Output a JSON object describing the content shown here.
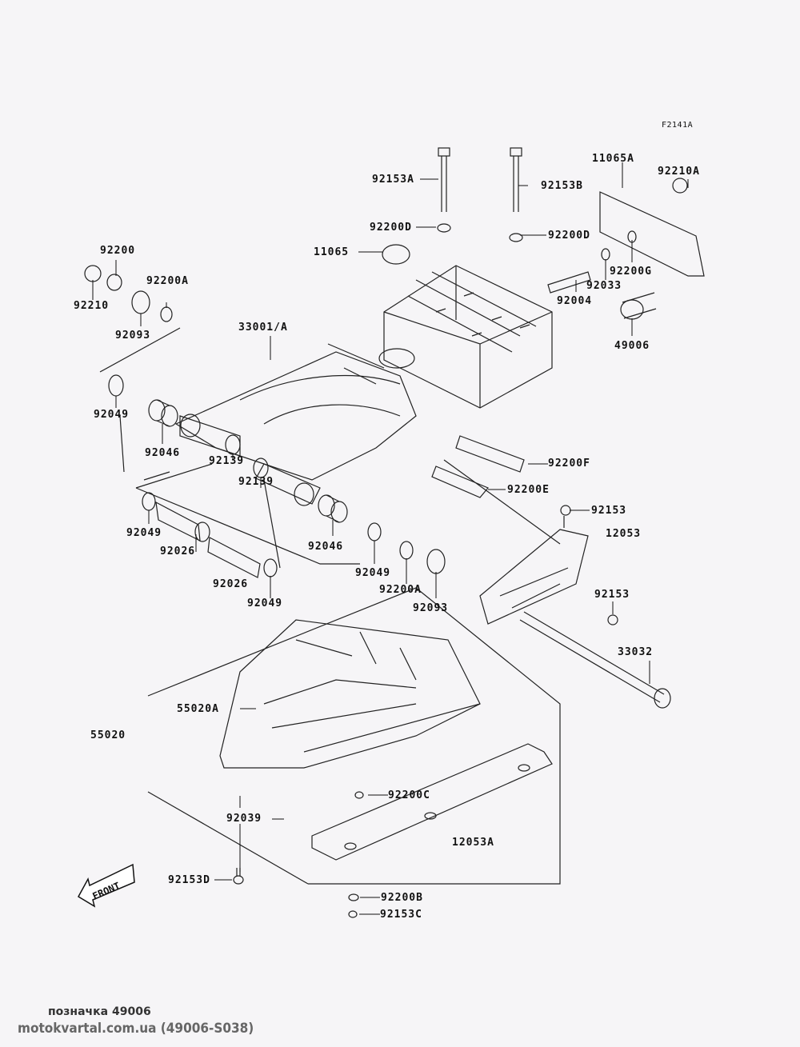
{
  "figure_code": "F2141A",
  "parts": [
    {
      "id": "p-92153A",
      "label": "92153A"
    },
    {
      "id": "p-92153B",
      "label": "92153B"
    },
    {
      "id": "p-11065A",
      "label": "11065A"
    },
    {
      "id": "p-92210A",
      "label": "92210A"
    },
    {
      "id": "p-92200D-1",
      "label": "92200D"
    },
    {
      "id": "p-92200D-2",
      "label": "92200D"
    },
    {
      "id": "p-11065",
      "label": "11065"
    },
    {
      "id": "p-92200G",
      "label": "92200G"
    },
    {
      "id": "p-92033",
      "label": "92033"
    },
    {
      "id": "p-92004",
      "label": "92004"
    },
    {
      "id": "p-49006",
      "label": "49006"
    },
    {
      "id": "p-92200",
      "label": "92200"
    },
    {
      "id": "p-92200A-1",
      "label": "92200A"
    },
    {
      "id": "p-92210",
      "label": "92210"
    },
    {
      "id": "p-92093-1",
      "label": "92093"
    },
    {
      "id": "p-33001A",
      "label": "33001/A"
    },
    {
      "id": "p-92049-1",
      "label": "92049"
    },
    {
      "id": "p-92046-1",
      "label": "92046"
    },
    {
      "id": "p-92139-1",
      "label": "92139"
    },
    {
      "id": "p-92139-2",
      "label": "92139"
    },
    {
      "id": "p-92200F",
      "label": "92200F"
    },
    {
      "id": "p-92200E",
      "label": "92200E"
    },
    {
      "id": "p-92153-1",
      "label": "92153"
    },
    {
      "id": "p-12053",
      "label": "12053"
    },
    {
      "id": "p-92049-2",
      "label": "92049"
    },
    {
      "id": "p-92026-1",
      "label": "92026"
    },
    {
      "id": "p-92046-2",
      "label": "92046"
    },
    {
      "id": "p-92026-2",
      "label": "92026"
    },
    {
      "id": "p-92049-3",
      "label": "92049"
    },
    {
      "id": "p-92049-4",
      "label": "92049"
    },
    {
      "id": "p-92200A-2",
      "label": "92200A"
    },
    {
      "id": "p-92093-2",
      "label": "92093"
    },
    {
      "id": "p-92153-2",
      "label": "92153"
    },
    {
      "id": "p-33032",
      "label": "33032"
    },
    {
      "id": "p-55020A",
      "label": "55020A"
    },
    {
      "id": "p-55020",
      "label": "55020"
    },
    {
      "id": "p-92200C",
      "label": "92200C"
    },
    {
      "id": "p-92039",
      "label": "92039"
    },
    {
      "id": "p-12053A",
      "label": "12053A"
    },
    {
      "id": "p-92153D",
      "label": "92153D"
    },
    {
      "id": "p-92200B",
      "label": "92200B"
    },
    {
      "id": "p-92153C",
      "label": "92153C"
    }
  ],
  "front_label": "FRONT",
  "caption": "позначка 49006",
  "site_text": "motokvartal.com.ua (49006-S038)"
}
